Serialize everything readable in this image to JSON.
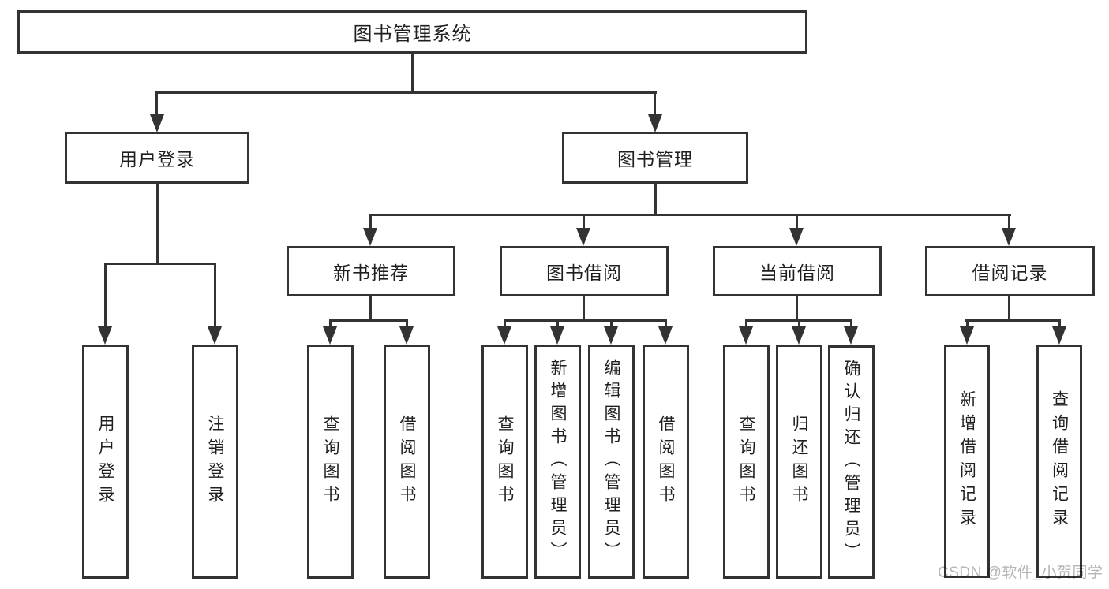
{
  "diagram": {
    "root": {
      "label": "图书管理系统"
    },
    "level2": {
      "user_login": {
        "label": "用户登录"
      },
      "book_management": {
        "label": "图书管理"
      }
    },
    "level3": {
      "new_book_recommend": {
        "label": "新书推荐"
      },
      "book_borrow": {
        "label": "图书借阅"
      },
      "current_borrow": {
        "label": "当前借阅"
      },
      "borrow_records": {
        "label": "借阅记录"
      }
    },
    "level4": {
      "user_login_children": [
        "用户登录",
        "注销登录"
      ],
      "new_book_children": [
        "查询图书",
        "借阅图书"
      ],
      "book_borrow_children": [
        "查询图书",
        "新增图书（管理员）",
        "编辑图书（管理员）",
        "借阅图书"
      ],
      "current_borrow_children": [
        "查询图书",
        "归还图书",
        "确认归还（管理员）"
      ],
      "borrow_record_children": [
        "新增借阅记录",
        "查询借阅记录"
      ]
    },
    "colors": {
      "line": "#333333",
      "text": "#1f1f1f",
      "watermark": "#b5b5b5",
      "background": "#ffffff"
    },
    "watermark": "CSDN @软件_小贺同学"
  }
}
